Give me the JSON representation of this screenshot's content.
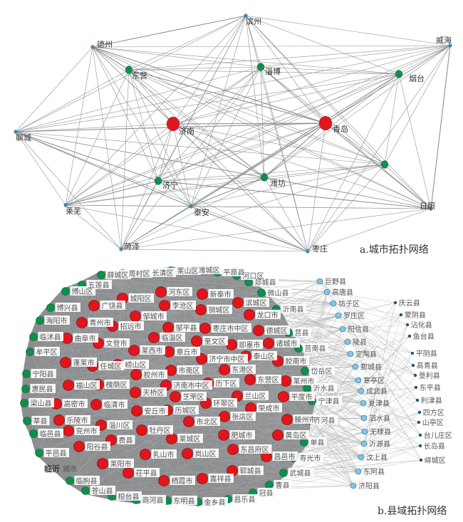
{
  "graph_a": {
    "caption": "a.城市拓扑网络",
    "nodes": [
      {
        "name": "滨州",
        "type": "small"
      },
      {
        "name": "德州",
        "type": "small"
      },
      {
        "name": "威海",
        "type": "small"
      },
      {
        "name": "东营",
        "type": "medium"
      },
      {
        "name": "淄博",
        "type": "medium"
      },
      {
        "name": "烟台",
        "type": "medium"
      },
      {
        "name": "聊城",
        "type": "small"
      },
      {
        "name": "济南",
        "type": "core"
      },
      {
        "name": "青岛",
        "type": "core"
      },
      {
        "name": "",
        "type": "medium"
      },
      {
        "name": "济宁",
        "type": "medium"
      },
      {
        "name": "潍坊",
        "type": "medium"
      },
      {
        "name": "莱芜",
        "type": "small"
      },
      {
        "name": "泰安",
        "type": "small"
      },
      {
        "name": "日照",
        "type": "small"
      },
      {
        "name": "菏泽",
        "type": "small"
      },
      {
        "name": "枣庄",
        "type": "small"
      }
    ]
  },
  "graph_b": {
    "caption": "b.县域拓扑网络",
    "annotation": "临沂",
    "stray_label": "城市",
    "core": [
      "城阳区",
      "河东区",
      "新泰市",
      "广饶县",
      "李沧区",
      "钢城区",
      "滨城区",
      "邹城市",
      "青州市",
      "招远市",
      "邹平县",
      "枣庄市中区",
      "龙口市",
      "曲阜市",
      "文登市",
      "临淄区",
      "奎文区",
      "德城区",
      "即墨市",
      "诸城市",
      "莱西市",
      "章丘市",
      "济宁市中区",
      "泰山区",
      "胶南市",
      "蓬莱市",
      "任城区",
      "崂山区",
      "胶州市",
      "市南区",
      "东港区",
      "东营区",
      "莱州市",
      "福山区",
      "槐荫区",
      "天桥区",
      "济南市中区",
      "历下区",
      "高密市",
      "临清市",
      "芝罘区",
      "兰山区",
      "平度市",
      "安丘市",
      "历城区",
      "环翠区",
      "荣成市",
      "乐陵市",
      "淄川区",
      "市北区",
      "张店区",
      "滕州市",
      "兖州市",
      "牡丹区",
      "费县",
      "莱城区",
      "肥城市",
      "黄岛区",
      "阳谷县",
      "乳山市",
      "岚山区",
      "东昌府区",
      "昌邑市",
      "莱阳市",
      "茌平县",
      "栖霞市",
      "嘉祥县",
      "郓城县"
    ],
    "ring": [
      "薛城区",
      "周村区",
      "长清区",
      "莱山区",
      "潍城区",
      "平原县",
      "河口区",
      "郯城县",
      "微山县",
      "沂南县",
      "莒县",
      "莒南县",
      "岱岳区",
      "沂水县",
      "宁津县",
      "齐河县",
      "单县",
      "寿光市",
      "武城县",
      "曹县",
      "冠县",
      "昌乐县",
      "金乡县",
      "东明县",
      "商河县",
      "桓台县",
      "苍山县",
      "临朐县",
      "平邑县",
      "临邑县",
      "莘县",
      "梁山县",
      "惠民县",
      "宁阳县",
      "牟平区",
      "临沭县",
      "海阳市",
      "博兴县",
      "博山区",
      "五莲县"
    ],
    "outer": [
      "巨野县",
      "高唐县",
      "坊子区",
      "罗庄区",
      "阳信县",
      "陵县",
      "定陶县",
      "鄄城县",
      "寒亭区",
      "成武县",
      "夏津县",
      "泗水县",
      "无棣县",
      "沂源县",
      "汶上县",
      "东阿县",
      "济阳县"
    ],
    "peripheral": [
      "庆云县",
      "蒙阴县",
      "沾化县",
      "鱼台县",
      "平阴县",
      "高青县",
      "垦利县",
      "东平县",
      "利津县",
      "四方区",
      "山亭区",
      "台儿庄区",
      "长岛县",
      "峄城区"
    ]
  },
  "colors": {
    "core": "#e3141b",
    "ring": "#0f8f4a",
    "outer": "#7cc8ea",
    "peripheral": "#1a6f9a",
    "edge": "#8a8d90",
    "blob": "#8b8d8f"
  }
}
